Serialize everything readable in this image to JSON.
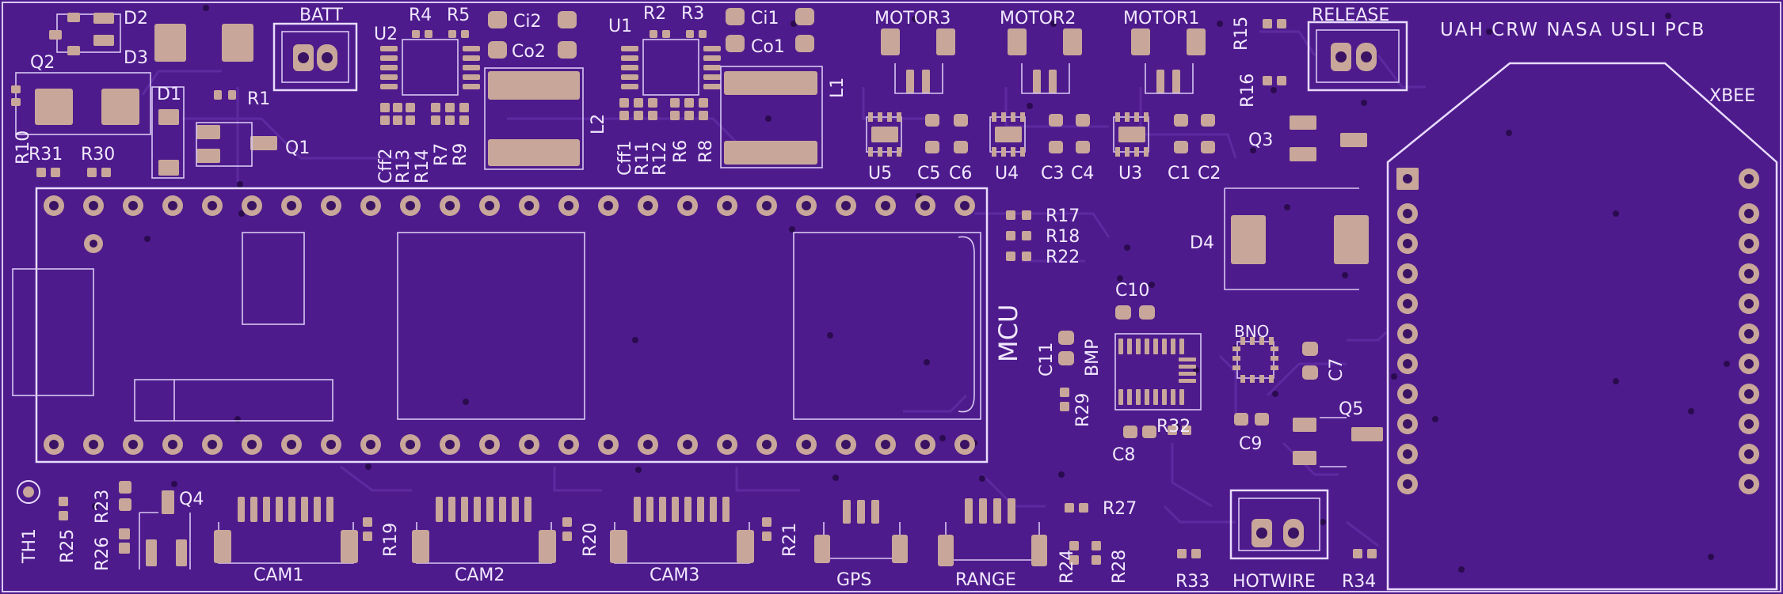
{
  "board": {
    "title": "UAH CRW NASA USLI PCB",
    "colors": {
      "background": "#4e1b8c",
      "silkscreen": "#f1e8ff",
      "copper": "#c8a79a"
    }
  },
  "labels": {
    "d2": "D2",
    "d3": "D3",
    "q2": "Q2",
    "d1": "D1",
    "r1": "R1",
    "q1": "Q1",
    "r10": "R10",
    "r31": "R31",
    "r30": "R30",
    "batt": "BATT",
    "u2": "U2",
    "r4": "R4",
    "r5": "R5",
    "ci2": "Ci2",
    "co2": "Co2",
    "l2": "L2",
    "cff2": "Cff2",
    "r13": "R13",
    "r14": "R14",
    "r7": "R7",
    "r9": "R9",
    "u1": "U1",
    "r2": "R2",
    "r3": "R3",
    "ci1": "Ci1",
    "co1": "Co1",
    "l1": "L1",
    "cff1": "Cff1",
    "r11": "R11",
    "r12": "R12",
    "r6": "R6",
    "r8": "R8",
    "motor3": "MOTOR3",
    "motor2": "MOTOR2",
    "motor1": "MOTOR1",
    "u5": "U5",
    "c5": "C5",
    "c6": "C6",
    "u4": "U4",
    "c3": "C3",
    "c4": "C4",
    "u3": "U3",
    "c1": "C1",
    "c2": "C2",
    "r15": "R15",
    "r16": "R16",
    "release": "RELEASE",
    "q3": "Q3",
    "xbee": "XBEE",
    "r17": "R17",
    "r18": "R18",
    "r22": "R22",
    "d4": "D4",
    "mcu": "MCU",
    "c10": "C10",
    "c11": "C11",
    "bmp": "BMP",
    "r29": "R29",
    "r32": "R32",
    "c8": "C8",
    "bno": "BNO",
    "c7": "C7",
    "c9": "C9",
    "q5": "Q5",
    "th1": "TH1",
    "r25": "R25",
    "r26": "R26",
    "r23": "R23",
    "q4": "Q4",
    "cam1": "CAM1",
    "r19": "R19",
    "cam2": "CAM2",
    "r20": "R20",
    "cam3": "CAM3",
    "r21": "R21",
    "gps": "GPS",
    "range": "RANGE",
    "r27": "R27",
    "r24": "R24",
    "r28": "R28",
    "hotwire": "HOTWIRE",
    "r33": "R33",
    "r34": "R34"
  }
}
